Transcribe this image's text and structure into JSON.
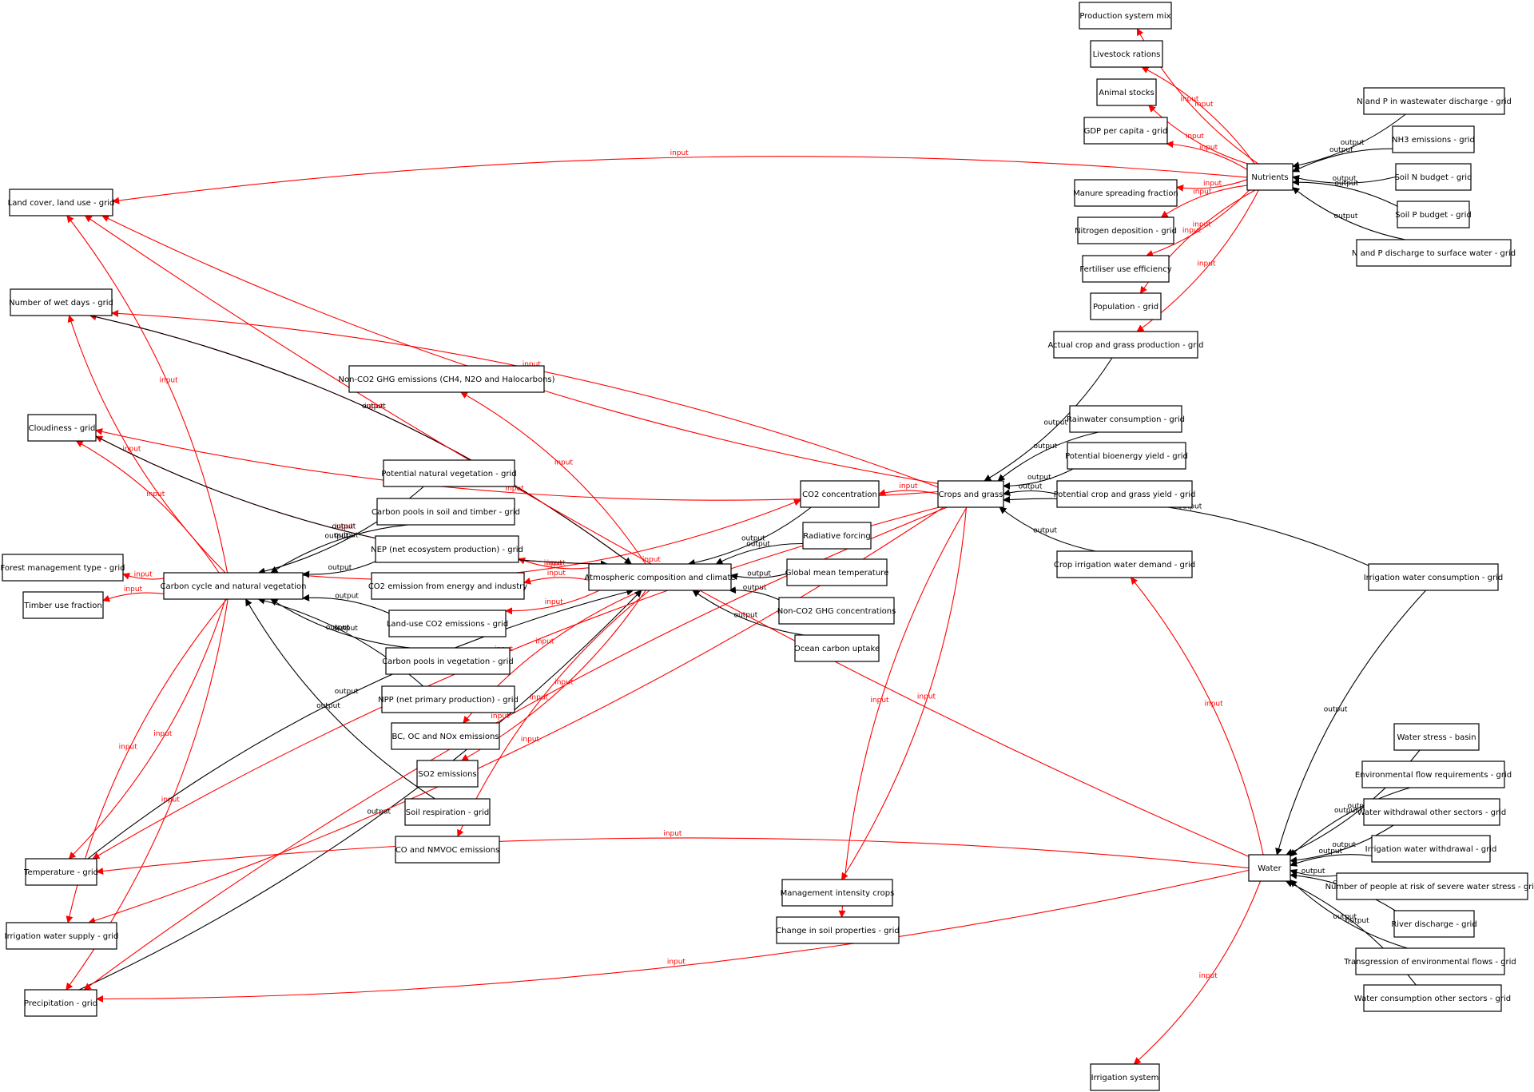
{
  "colors": {
    "input": "#ff0000",
    "output": "#000000"
  },
  "nodes": {
    "prod_mix": "Production system mix",
    "livestock": "Livestock rations",
    "animal": "Animal stocks",
    "gdp": "GDP per capita - grid",
    "manure": "Manure spreading fraction",
    "ndep": "Nitrogen deposition - grid",
    "fert": "Fertiliser use efficiency",
    "pop": "Population - grid",
    "actual": "Actual crop and grass production - grid",
    "nutrients": "Nutrients",
    "np_waste": "N and P in wastewater discharge - grid",
    "nh3": "NH3 emissions - grid",
    "soiln": "Soil N budget - grid",
    "soilp": "Soil P budget - grid",
    "np_surf": "N and P discharge to surface water - grid",
    "landcover": "Land cover, land use - grid",
    "wetdays": "Number of wet days - grid",
    "cloud": "Cloudiness - grid",
    "forest": "Forest management type - grid",
    "timber": "Timber use fraction",
    "carbon": "Carbon cycle and natural vegetation",
    "temp": "Temperature - grid",
    "irr_supply": "Irrigation water supply - grid",
    "precip": "Precipitation - grid",
    "nonco2_em": "Non-CO2 GHG emissions (CH4, N2O and Halocarbons)",
    "pot_veg": "Potential natural vegetation - grid",
    "pools_soil": "Carbon pools in soil and timber - grid",
    "nep": "NEP (net ecosystem production) - grid",
    "co2_energy": "CO2 emission from energy and industry",
    "luco2": "Land-use CO2 emissions - grid",
    "pools_veg": "Carbon pools in vegetation - grid",
    "npp": "NPP (net primary production) - grid",
    "bc": "BC, OC and NOx emissions",
    "so2": "SO2 emissions",
    "soilresp": "Soil respiration - grid",
    "co": "CO and NMVOC emissions",
    "atmos": "Atmospheric composition and climate",
    "co2conc": "CO2 concentration",
    "radforce": "Radiative forcing",
    "gmt": "Global mean temperature",
    "nonco2_conc": "Non-CO2 GHG concentrations",
    "ocean": "Ocean carbon uptake",
    "crops": "Crops and grass",
    "mgmt": "Management intensity crops",
    "soilprop": "Change in soil properties - grid",
    "rainwater": "Rainwater consumption - grid",
    "bioenergy": "Potential bioenergy yield - grid",
    "potcrop": "Potential crop and grass yield - grid",
    "cropirr": "Crop irrigation water demand - grid",
    "irrcons": "Irrigation water consumption - grid",
    "water": "Water",
    "wstress": "Water stress - basin",
    "envflow": "Environmental flow requirements - grid",
    "wwother": "Water withdrawal other sectors - grid",
    "irrwd": "Irrigation water withdrawal - grid",
    "people": "Number of people at risk of severe water stress - grid",
    "river": "River discharge - grid",
    "transg": "Transgression of environmental flows - grid",
    "wcother": "Water consumption other sectors - grid",
    "irrsys": "Irrigation system"
  },
  "edge_labels": {
    "input": "input",
    "output": "output"
  },
  "edges": [
    {
      "from": "nutrients",
      "to": "prod_mix",
      "type": "input"
    },
    {
      "from": "nutrients",
      "to": "livestock",
      "type": "input"
    },
    {
      "from": "nutrients",
      "to": "animal",
      "type": "input"
    },
    {
      "from": "nutrients",
      "to": "gdp",
      "type": "input"
    },
    {
      "from": "nutrients",
      "to": "manure",
      "type": "input"
    },
    {
      "from": "nutrients",
      "to": "ndep",
      "type": "input"
    },
    {
      "from": "nutrients",
      "to": "fert",
      "type": "input"
    },
    {
      "from": "nutrients",
      "to": "pop",
      "type": "input"
    },
    {
      "from": "nutrients",
      "to": "actual",
      "type": "input"
    },
    {
      "from": "nutrients",
      "to": "landcover",
      "type": "input"
    },
    {
      "from": "np_waste",
      "to": "nutrients",
      "type": "output"
    },
    {
      "from": "nh3",
      "to": "nutrients",
      "type": "output"
    },
    {
      "from": "soiln",
      "to": "nutrients",
      "type": "output"
    },
    {
      "from": "soilp",
      "to": "nutrients",
      "type": "output"
    },
    {
      "from": "np_surf",
      "to": "nutrients",
      "type": "output"
    },
    {
      "from": "carbon",
      "to": "landcover",
      "type": "input"
    },
    {
      "from": "carbon",
      "to": "wetdays",
      "type": "input"
    },
    {
      "from": "carbon",
      "to": "cloud",
      "type": "input"
    },
    {
      "from": "carbon",
      "to": "forest",
      "type": "input"
    },
    {
      "from": "carbon",
      "to": "timber",
      "type": "input"
    },
    {
      "from": "carbon",
      "to": "temp",
      "type": "input"
    },
    {
      "from": "carbon",
      "to": "irr_supply",
      "type": "input"
    },
    {
      "from": "carbon",
      "to": "precip",
      "type": "input"
    },
    {
      "from": "carbon",
      "to": "co2conc",
      "type": "input"
    },
    {
      "from": "pot_veg",
      "to": "carbon",
      "type": "output"
    },
    {
      "from": "pools_soil",
      "to": "carbon",
      "type": "output"
    },
    {
      "from": "nep",
      "to": "carbon",
      "type": "output"
    },
    {
      "from": "luco2",
      "to": "carbon",
      "type": "output"
    },
    {
      "from": "pools_veg",
      "to": "carbon",
      "type": "output"
    },
    {
      "from": "npp",
      "to": "carbon",
      "type": "output"
    },
    {
      "from": "soilresp",
      "to": "carbon",
      "type": "output"
    },
    {
      "from": "atmos",
      "to": "wetdays",
      "type": "input"
    },
    {
      "from": "atmos",
      "to": "cloud",
      "type": "input"
    },
    {
      "from": "atmos",
      "to": "nonco2_em",
      "type": "input"
    },
    {
      "from": "atmos",
      "to": "nep",
      "type": "input"
    },
    {
      "from": "atmos",
      "to": "co2_energy",
      "type": "input"
    },
    {
      "from": "atmos",
      "to": "luco2",
      "type": "input"
    },
    {
      "from": "atmos",
      "to": "bc",
      "type": "input"
    },
    {
      "from": "atmos",
      "to": "so2",
      "type": "input"
    },
    {
      "from": "atmos",
      "to": "co",
      "type": "input"
    },
    {
      "from": "wetdays",
      "to": "atmos",
      "type": "output"
    },
    {
      "from": "cloud",
      "to": "atmos",
      "type": "output"
    },
    {
      "from": "temp",
      "to": "atmos",
      "type": "output"
    },
    {
      "from": "precip",
      "to": "atmos",
      "type": "output"
    },
    {
      "from": "co2conc",
      "to": "atmos",
      "type": "output"
    },
    {
      "from": "radforce",
      "to": "atmos",
      "type": "output"
    },
    {
      "from": "gmt",
      "to": "atmos",
      "type": "output"
    },
    {
      "from": "nonco2_conc",
      "to": "atmos",
      "type": "output"
    },
    {
      "from": "ocean",
      "to": "atmos",
      "type": "output"
    },
    {
      "from": "crops",
      "to": "co2conc",
      "type": "input"
    },
    {
      "from": "crops",
      "to": "landcover",
      "type": "input"
    },
    {
      "from": "crops",
      "to": "wetdays",
      "type": "input"
    },
    {
      "from": "crops",
      "to": "cloud",
      "type": "input"
    },
    {
      "from": "crops",
      "to": "temp",
      "type": "input"
    },
    {
      "from": "crops",
      "to": "irr_supply",
      "type": "input"
    },
    {
      "from": "crops",
      "to": "precip",
      "type": "input"
    },
    {
      "from": "crops",
      "to": "mgmt",
      "type": "input"
    },
    {
      "from": "crops",
      "to": "soilprop",
      "type": "input"
    },
    {
      "from": "actual",
      "to": "crops",
      "type": "output"
    },
    {
      "from": "rainwater",
      "to": "crops",
      "type": "output"
    },
    {
      "from": "bioenergy",
      "to": "crops",
      "type": "output"
    },
    {
      "from": "potcrop",
      "to": "crops",
      "type": "output"
    },
    {
      "from": "cropirr",
      "to": "crops",
      "type": "output"
    },
    {
      "from": "irrcons",
      "to": "crops",
      "type": "output"
    },
    {
      "from": "water",
      "to": "landcover",
      "type": "input"
    },
    {
      "from": "water",
      "to": "temp",
      "type": "input"
    },
    {
      "from": "water",
      "to": "precip",
      "type": "input"
    },
    {
      "from": "water",
      "to": "cropirr",
      "type": "input"
    },
    {
      "from": "water",
      "to": "irrsys",
      "type": "input"
    },
    {
      "from": "irrcons",
      "to": "water",
      "type": "output"
    },
    {
      "from": "wstress",
      "to": "water",
      "type": "output"
    },
    {
      "from": "envflow",
      "to": "water",
      "type": "output"
    },
    {
      "from": "wwother",
      "to": "water",
      "type": "output"
    },
    {
      "from": "irrwd",
      "to": "water",
      "type": "output"
    },
    {
      "from": "people",
      "to": "water",
      "type": "output"
    },
    {
      "from": "river",
      "to": "water",
      "type": "output"
    },
    {
      "from": "transg",
      "to": "water",
      "type": "output"
    },
    {
      "from": "wcother",
      "to": "water",
      "type": "output"
    }
  ]
}
